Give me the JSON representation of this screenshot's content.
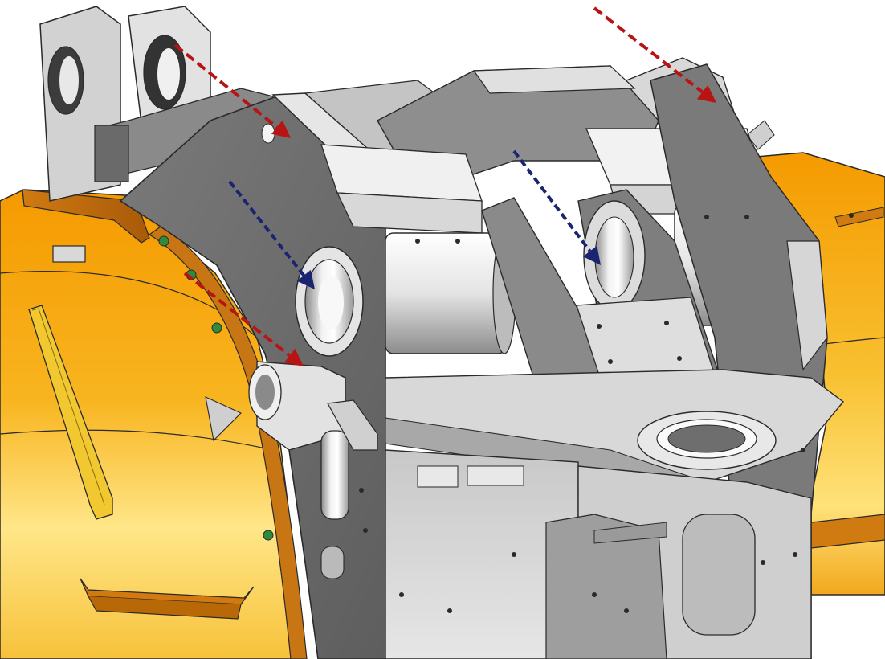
{
  "colors": {
    "background": "#ffffff",
    "steel_dark": "#6e6e6e",
    "steel_mid": "#9a9a9a",
    "steel_light": "#d9d9d9",
    "steel_highlight": "#f4f4f4",
    "cover_orange": "#f5a000",
    "cover_yellow": "#ffe070",
    "cover_trim": "#c86e10",
    "rail_yellow": "#f2c830",
    "bolt_green": "#2e8b3a",
    "edge": "#2a2a2a",
    "arrow_red": "#b81414",
    "arrow_navy": "#1a2470"
  },
  "annotations": {
    "red_arrows": 3,
    "blue_arrows": 2
  },
  "icons": {
    "red_arrow": "dashed-arrow-red",
    "blue_arrow": "dashed-arrow-navy"
  }
}
